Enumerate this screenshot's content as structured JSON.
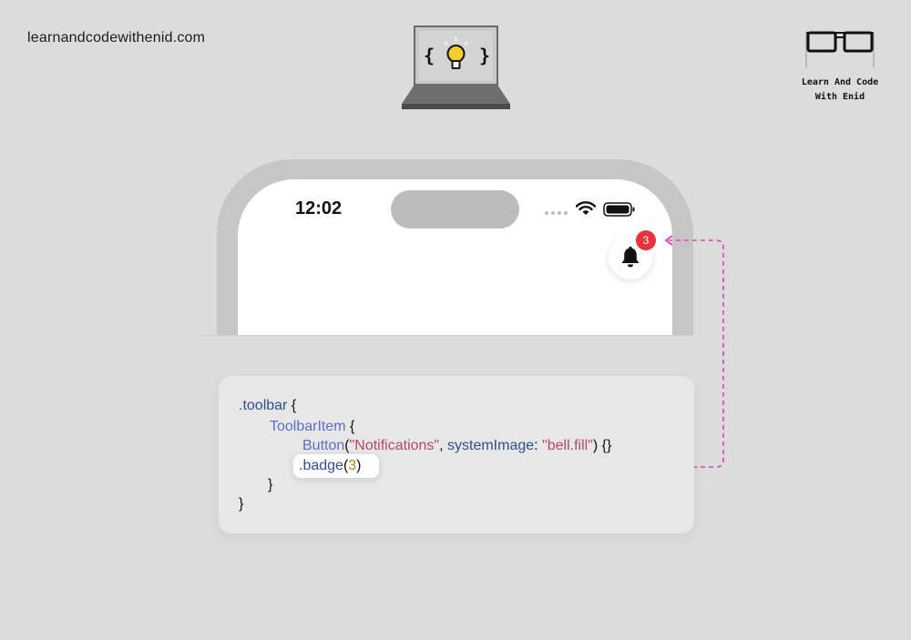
{
  "header": {
    "site_url": "learnandcodewithenid.com",
    "brand_line1": "Learn And Code",
    "brand_line2": "With Enid"
  },
  "phone": {
    "status_time": "12:02",
    "notification_badge_count": "3"
  },
  "code": {
    "line1": {
      "member": ".toolbar",
      "brace": " {"
    },
    "line2": {
      "type": "ToolbarItem",
      "brace": " {"
    },
    "line3": {
      "type": "Button",
      "open": "(",
      "string1": "\"Notifications\"",
      "comma": ", ",
      "param": "systemImage",
      "colon": ": ",
      "string2": "\"bell.fill\"",
      "close": ") {}"
    },
    "line4": {
      "member": ".badge",
      "open": "(",
      "num": "3",
      "close": ")"
    },
    "line5": {
      "brace": "}"
    },
    "line6": {
      "brace": "}"
    }
  },
  "colors": {
    "background": "#dcdcdc",
    "badge_red": "#e8323f",
    "connector_magenta": "#e040b0",
    "code_member": "#2e4f8f",
    "code_type": "#5b6fc9",
    "code_string": "#b7476a",
    "code_number": "#b08b1a"
  },
  "icons": [
    "laptop-lightbulb-icon",
    "glasses-logo-icon",
    "wifi-icon",
    "battery-icon",
    "bell-icon"
  ]
}
